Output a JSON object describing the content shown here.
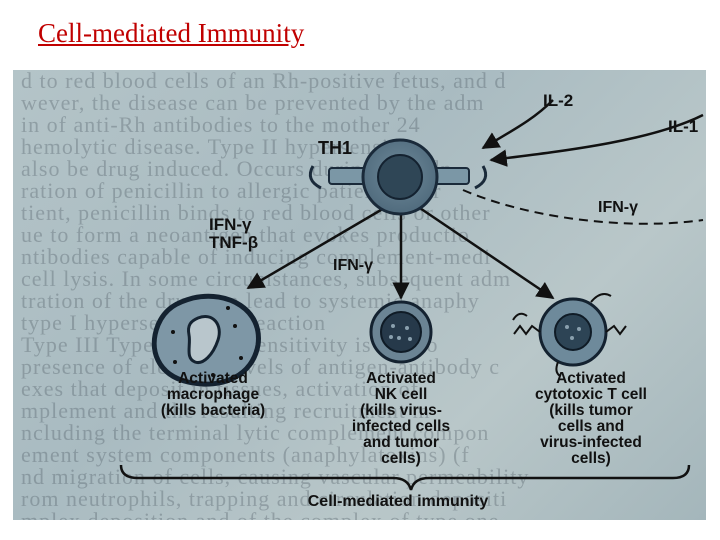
{
  "slide": {
    "title": "Cell-mediated Immunity"
  },
  "diagram": {
    "th1": "TH1",
    "il2": "IL-2",
    "il1": "IL-1",
    "ifng_right": "IFN-γ",
    "ifng_left": "IFN-γ",
    "tnfb": "TNF-β",
    "ifng_center": "IFN-γ",
    "macrophage": [
      "Activated",
      "macrophage",
      "(kills bacteria)"
    ],
    "nk_cell": [
      "Activated",
      "NK cell",
      "(kills virus-",
      "infected cells",
      "and tumor",
      "cells)"
    ],
    "cytotoxic_t": [
      "Activated",
      "cytotoxic T cell",
      "(kills tumor",
      "cells and",
      "virus-infected",
      "cells)"
    ],
    "footer": "Cell-mediated immunity"
  },
  "background_text": [
    "d to red blood cells of an Rh-positive fetus, and d",
    "wever, the disease can be prevented by the adm",
    "in of anti-Rh antibodies to the mother 24",
    "hemolytic disease. Type II hypersensit",
    "also be drug induced. Occurs during the adn",
    "ration of penicillin to allergic patients. In r",
    "tient, penicillin binds to red blood cells or other",
    "ue to form a neoantigen that evokes productio",
    "ntibodies capable of inducing complement-medi",
    "cell lysis. In some circumstances, subsequent adm",
    "tration of the drug can lead to systemic anaphy",
    "type I hypersensitivity reaction",
    "Type III  Type III hypersensitivity is due to",
    "presence of elevated levels of antigen-antibody c",
    "exes that deposit in tissues, activation of",
    "mplement and the resulting recruitment m",
    "ncluding the terminal lytic complement compon",
    "ement system components (anaphylatoxins) (f",
    "nd migration of cells, causing vascular permeability",
    "rom neutrophils, trapping and circulation depositi",
    "mplex deposition and of the complex of type one"
  ]
}
